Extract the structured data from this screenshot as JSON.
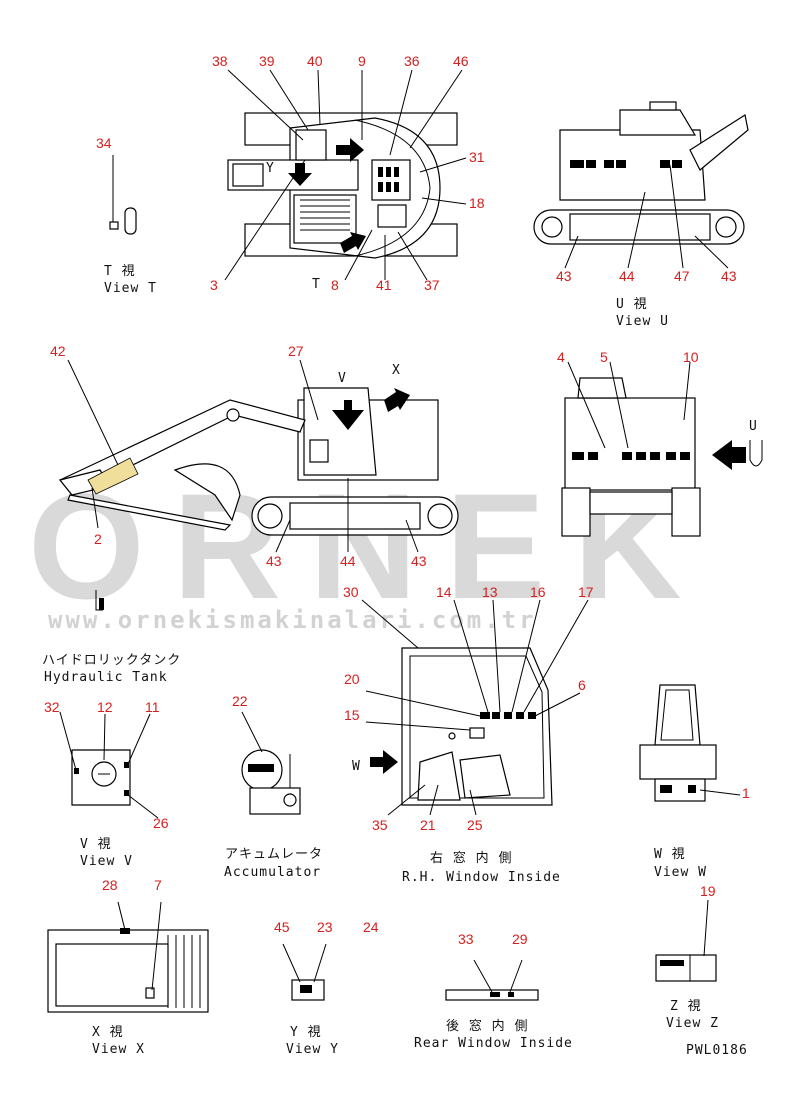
{
  "watermark": {
    "brand": "ORNEK",
    "url": "www.ornekismakinalari.com.tr"
  },
  "drawing_code": "PWL0186",
  "views": {
    "view_t": {
      "caption_jp": "T 視",
      "caption_en": "View T",
      "parts": [
        "34"
      ]
    },
    "top": {
      "parts": [
        "38",
        "39",
        "40",
        "9",
        "36",
        "46",
        "31",
        "18",
        "3",
        "8",
        "41",
        "37"
      ],
      "markers": [
        "Y",
        "T"
      ]
    },
    "view_u": {
      "caption_jp": "U 視",
      "caption_en": "View U",
      "parts": [
        "43",
        "44",
        "47",
        "43"
      ]
    },
    "side": {
      "parts": [
        "42",
        "27",
        "2",
        "43",
        "44",
        "43"
      ],
      "markers": [
        "V",
        "X"
      ]
    },
    "rear": {
      "parts": [
        "4",
        "5",
        "10"
      ],
      "markers": [
        "U"
      ]
    },
    "hydraulic_tank": {
      "caption_jp": "ハイドロリックタンク",
      "caption_en": "Hydraulic Tank"
    },
    "view_v": {
      "caption_jp": "V 視",
      "caption_en": "View V",
      "parts": [
        "32",
        "12",
        "11",
        "26"
      ]
    },
    "accumulator": {
      "caption_jp": "アキュムレータ",
      "caption_en": "Accumulator",
      "parts": [
        "22"
      ]
    },
    "rh_window": {
      "caption_jp": "右 窓 内 側",
      "caption_en": "R.H. Window Inside",
      "parts": [
        "30",
        "14",
        "13",
        "16",
        "17",
        "20",
        "6",
        "15",
        "35",
        "21",
        "25"
      ],
      "markers": [
        "W"
      ]
    },
    "view_w": {
      "caption_jp": "W 視",
      "caption_en": "View W",
      "parts": [
        "1"
      ]
    },
    "view_x": {
      "caption_jp": "X 視",
      "caption_en": "View X",
      "parts": [
        "28",
        "7"
      ]
    },
    "view_y": {
      "caption_jp": "Y 視",
      "caption_en": "View Y",
      "parts": [
        "45",
        "23",
        "24"
      ]
    },
    "rear_window": {
      "caption_jp": "後 窓 内 側",
      "caption_en": "Rear Window Inside",
      "parts": [
        "33",
        "29"
      ]
    },
    "view_z": {
      "caption_jp": "Z 視",
      "caption_en": "View Z",
      "parts": [
        "19"
      ]
    }
  }
}
